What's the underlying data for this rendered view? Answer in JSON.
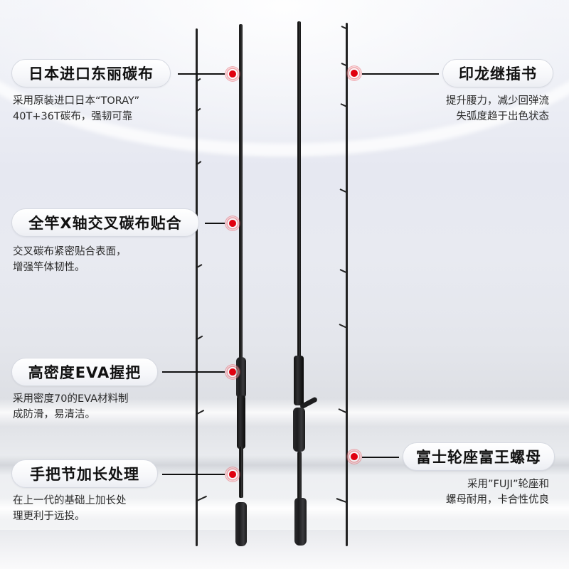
{
  "features": [
    {
      "id": "toray-carbon",
      "title": "日本进口东丽碳布",
      "desc_lines": [
        "采用原装进口日本“TORAY”",
        "40T+36T碳布，强韧可靠"
      ],
      "side": "left"
    },
    {
      "id": "inlong-ferrule",
      "title": "印龙继插书",
      "desc_lines": [
        "提升腰力，减少回弹流",
        "失弧度趋于出色状态"
      ],
      "side": "right"
    },
    {
      "id": "x-axis-carbon",
      "title": "全竿X轴交叉碳布贴合",
      "desc_lines": [
        "交叉碳布紧密贴合表面，",
        "增强竿体韧性。"
      ],
      "side": "left"
    },
    {
      "id": "eva-grip",
      "title": "高密度EVA握把",
      "desc_lines": [
        "采用密度70的EVA材料制",
        "成防滑，易清洁。"
      ],
      "side": "left"
    },
    {
      "id": "extended-handle",
      "title": "手把节加长处理",
      "desc_lines": [
        "在上一代的基础上加长处",
        "理更利于远投。"
      ],
      "side": "left"
    },
    {
      "id": "fuji-reelseat",
      "title": "富士轮座富王螺母",
      "desc_lines": [
        "采用”FUJI”轮座和",
        "螺母耐用，卡合性优良"
      ],
      "side": "right"
    }
  ],
  "icons": {
    "marker": "target-dot-icon"
  },
  "colors": {
    "marker_red": "#e0000f",
    "title_text": "#111111",
    "desc_text": "#2a2a2a"
  }
}
